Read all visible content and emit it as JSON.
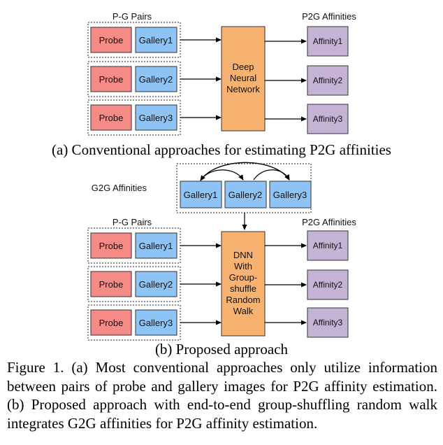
{
  "top": {
    "pg_pairs_label": "P-G Pairs",
    "p2g_label": "P2G Affinities",
    "dnn_lines": [
      "Deep",
      "Neural",
      "Network"
    ],
    "pairs": [
      {
        "probe": "Probe",
        "gallery": "Gallery1",
        "affinity": "Affinity1"
      },
      {
        "probe": "Probe",
        "gallery": "Gallery2",
        "affinity": "Affinity2"
      },
      {
        "probe": "Probe",
        "gallery": "Gallery3",
        "affinity": "Affinity3"
      }
    ],
    "subcaption": "(a) Conventional approaches for estimating P2G affinities"
  },
  "bottom": {
    "g2g_label": "G2G Affinities",
    "g2g_galleries": [
      "Gallery1",
      "Gallery2",
      "Gallery3"
    ],
    "pg_pairs_label": "P-G Pairs",
    "p2g_label": "P2G Affinities",
    "dnn_lines": [
      "DNN",
      "With",
      "Group-",
      "shuffle",
      "Random",
      "Walk"
    ],
    "pairs": [
      {
        "probe": "Probe",
        "gallery": "Gallery1",
        "affinity": "Affinity1"
      },
      {
        "probe": "Probe",
        "gallery": "Gallery2",
        "affinity": "Affinity2"
      },
      {
        "probe": "Probe",
        "gallery": "Gallery3",
        "affinity": "Affinity3"
      }
    ],
    "subcaption": "(b) Proposed approach"
  },
  "caption": "Figure 1. (a) Most conventional approaches only utilize information between pairs of probe and gallery images for P2G affinity estimation. (b) Proposed approach with end-to-end group-shuffling random walk integrates G2G affinities for P2G affinity estimation.",
  "colors": {
    "probe": "#f58b87",
    "gallery": "#8ec4f5",
    "affinity": "#c5b3d6",
    "dnn": "#f7b170"
  }
}
